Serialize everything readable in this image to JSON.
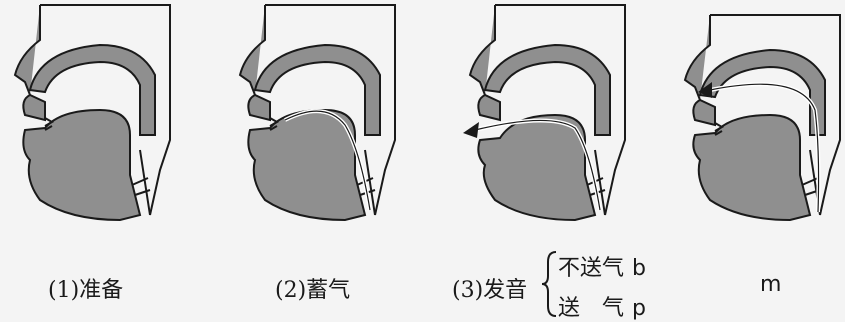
{
  "figure": {
    "colors": {
      "tissue": "#8f8f8f",
      "outline": "#1a1a1a",
      "air": "#ffffff"
    },
    "panels": [
      {
        "caption": "(1)准备",
        "state": "preparation"
      },
      {
        "caption": "(2)蓄气",
        "state": "build-up-air"
      },
      {
        "caption": "(3)发音",
        "state": "release-oral",
        "options": [
          {
            "label": "不送气",
            "sound": "b"
          },
          {
            "label": "送　气",
            "sound": "p"
          }
        ]
      },
      {
        "caption": "m",
        "state": "release-nasal"
      }
    ]
  }
}
